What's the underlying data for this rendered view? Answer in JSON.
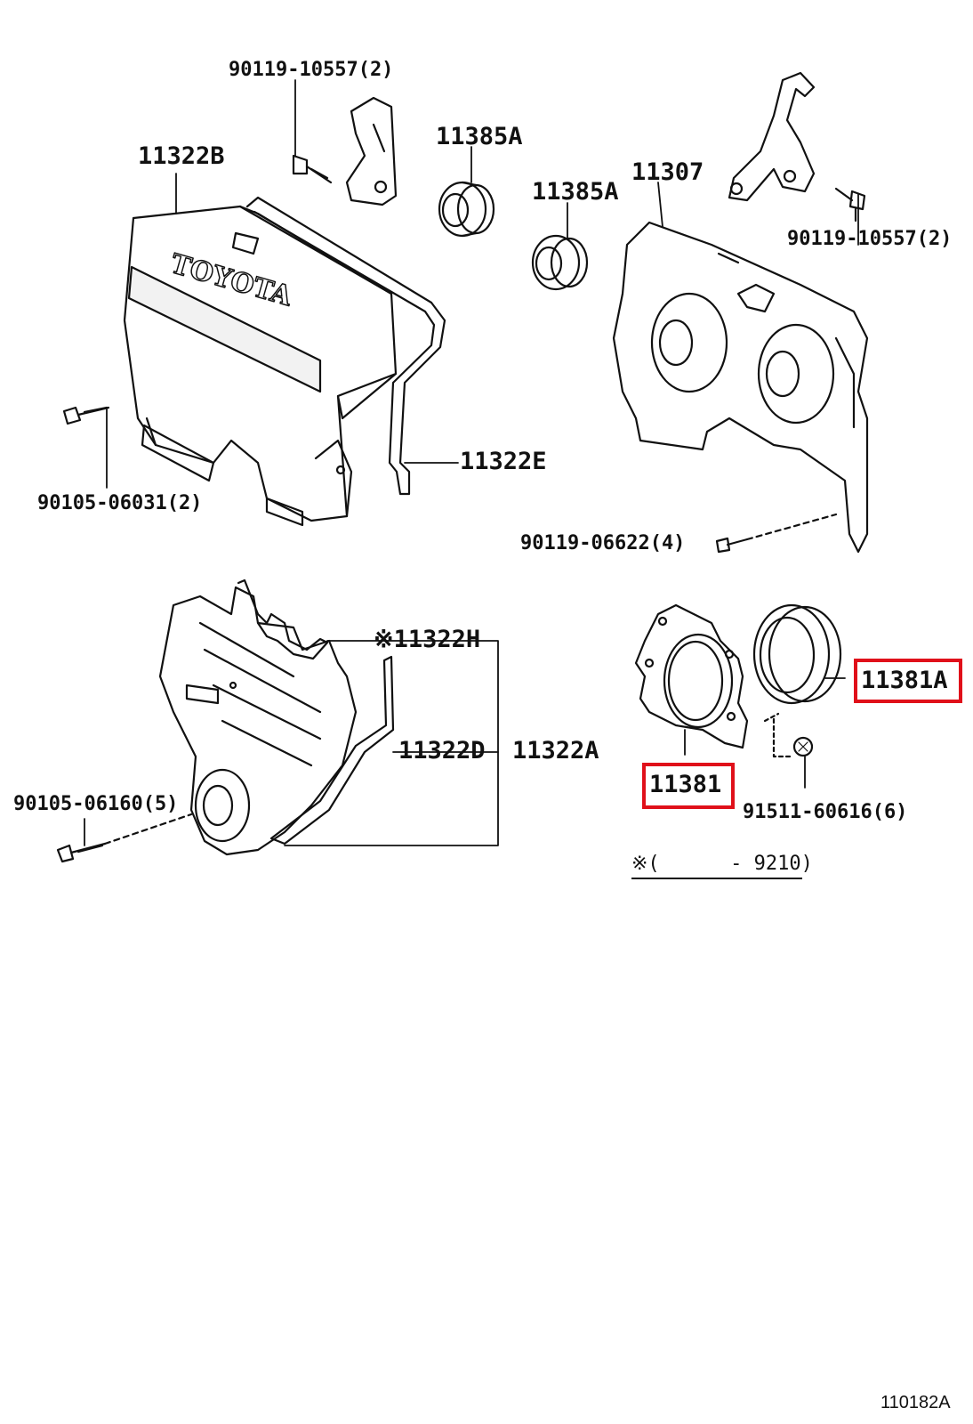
{
  "parts": {
    "bolt_top_left": "90119-10557(2)",
    "cover_upper": "11322B",
    "seal_upper_1": "11385A",
    "seal_upper_2": "11385A",
    "cover_rear_plate": "11307",
    "bolt_top_right": "90119-10557(2)",
    "gasket_e": "11322E",
    "bolt_left_mid": "90105-06031(2)",
    "bolt_rear_plate": "90119-06622(4)",
    "gasket_h": "11322H",
    "gasket_d": "11322D",
    "cover_lower": "11322A",
    "bolt_lower_left": "90105-06160(5)",
    "oil_seal": "11381A",
    "retainer": "11381",
    "plug": "91511-60616(6)"
  },
  "note": {
    "marker": "※",
    "text": "※(      - 9210)"
  },
  "logo_text": "TOYOTA",
  "figure_ref": "110182A",
  "highlight_color": "#e0101a",
  "highlighted_parts": [
    "11381A",
    "11381"
  ]
}
